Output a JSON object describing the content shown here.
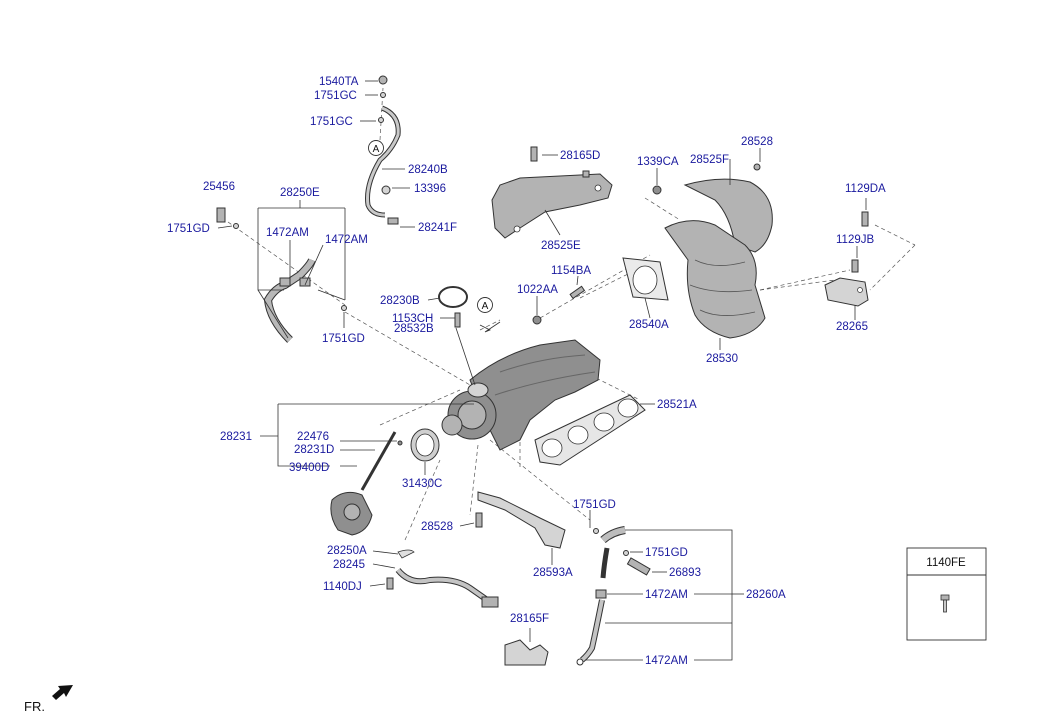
{
  "labels": {
    "l1540TA": "1540TA",
    "l1751GC_a": "1751GC",
    "l1751GC_b": "1751GC",
    "l28240B": "28240B",
    "l13396": "13396",
    "l28241F": "28241F",
    "l25456": "25456",
    "l28250E": "28250E",
    "l1751GD_a": "1751GD",
    "l1472AM_a": "1472AM",
    "l1472AM_b": "1472AM",
    "l1751GD_b": "1751GD",
    "l28165D": "28165D",
    "l28525E": "28525E",
    "l1339CA": "1339CA",
    "l28525F": "28525F",
    "l28528_a": "28528",
    "l1129DA": "1129DA",
    "l1129JB": "1129JB",
    "l28265": "28265",
    "l1154BA": "1154BA",
    "l1022AA": "1022AA",
    "l28540A": "28540A",
    "l28530": "28530",
    "l28230B": "28230B",
    "l1153CH": "1153CH",
    "l28532B": "28532B",
    "l28521A": "28521A",
    "l28231": "28231",
    "l22476": "22476",
    "l28231D": "28231D",
    "l39400D": "39400D",
    "l31430C": "31430C",
    "l1751GD_c": "1751GD",
    "l28528_b": "28528",
    "l28250A": "28250A",
    "l28245": "28245",
    "l1140DJ": "1140DJ",
    "l28593A": "28593A",
    "l1751GD_d": "1751GD",
    "l26893": "26893",
    "l1472AM_c": "1472AM",
    "l28260A": "28260A",
    "l28165F": "28165F",
    "l1472AM_d": "1472AM"
  },
  "callouts": {
    "a1": "A",
    "a2": "A"
  },
  "legend_box": {
    "part_no": "1140FE"
  },
  "orientation": {
    "label": "FR."
  },
  "colors": {
    "label_text": "#1a1a9e",
    "line": "#333333",
    "part_fill": "#b3b3b3"
  }
}
